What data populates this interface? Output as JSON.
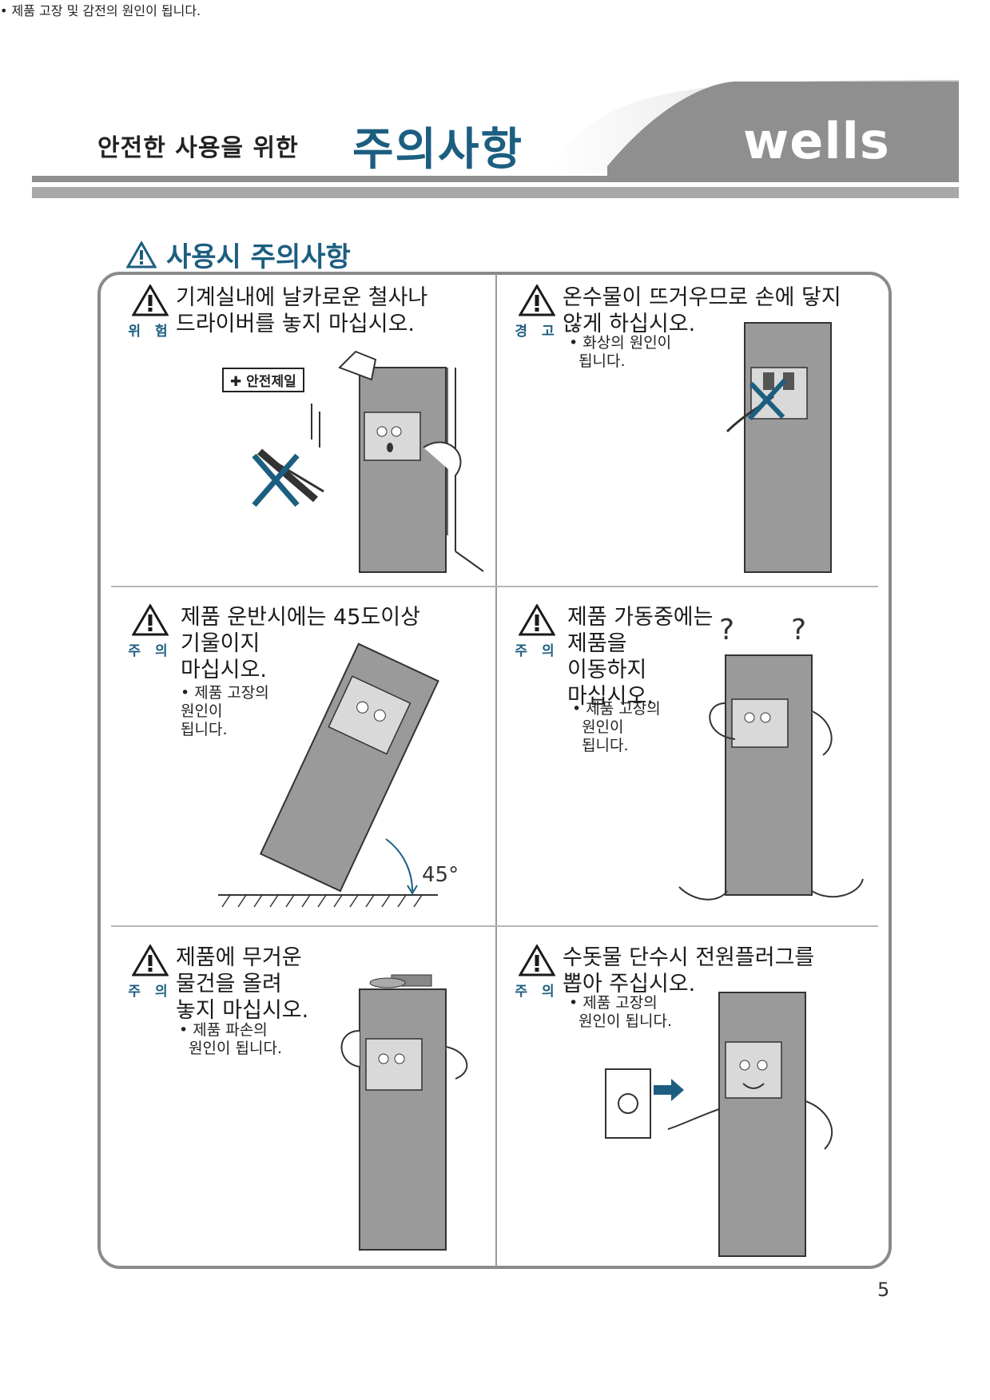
{
  "header": {
    "subtitle": "안전한 사용을 위한",
    "title": "주의사항",
    "brand": "wells"
  },
  "section": {
    "title": "사용시 주의사항",
    "icon": "warning-triangle-icon"
  },
  "cells": [
    {
      "level": "위 험",
      "heading": "기계실내에 날카로운 철사나\n드라이버를 놓지 마십시오.",
      "note": "• 제품\n  고장\n  및 감전의\n  원인이\n  됩니다."
    },
    {
      "level": "경 고",
      "heading": "온수물이 뜨거우므로 손에 닿지\n않게 하십시오.",
      "note": "• 화상의 원인이\n  됩니다."
    },
    {
      "level": "주 의",
      "heading": "제품 운반시에는 45도이상\n기울이지\n마십시오.",
      "note": "• 제품 고장의\n원인이\n됩니다."
    },
    {
      "level": "주 의",
      "heading": "제품 가동중에는\n제품을\n이동하지\n마십시오.",
      "note": "• 제품 고장의\n  원인이\n  됩니다."
    },
    {
      "level": "주 의",
      "heading": "제품에 무거운\n물건을 올려\n놓지 마십시오.",
      "note": "• 제품 파손의\n  원인이 됩니다."
    },
    {
      "level": "주 의",
      "heading": "수돗물 단수시 전원플러그를\n뽑아 주십시오.",
      "note": "• 제품 고장의\n  원인이 됩니다."
    }
  ],
  "labels": {
    "safety_tag": "✚ 안전제일",
    "angle": "45°"
  },
  "page_number": "5",
  "colors": {
    "accent": "#1c5e80",
    "header_band": "#8f8f8f",
    "frame": "#8a8a8a",
    "product": "#9a9a9a"
  }
}
